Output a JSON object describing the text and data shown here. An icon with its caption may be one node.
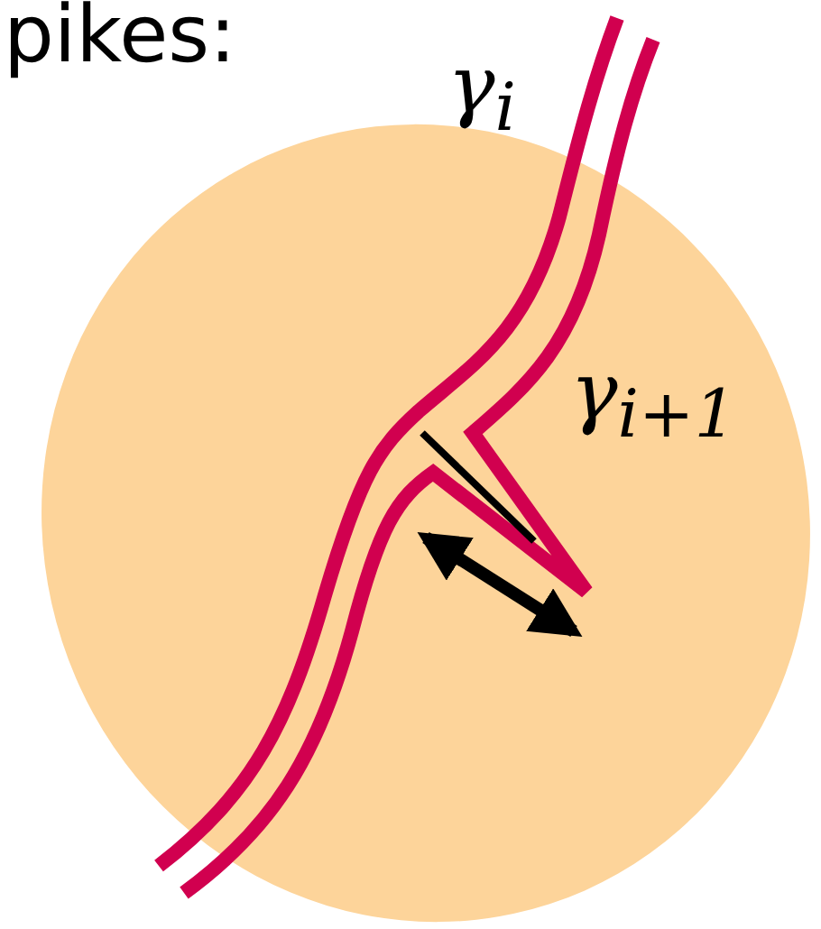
{
  "diagram": {
    "title": "pikes:",
    "labels": [
      "γ$_{i}$",
      "γ$_{i+1}$"
    ]
  }
}
